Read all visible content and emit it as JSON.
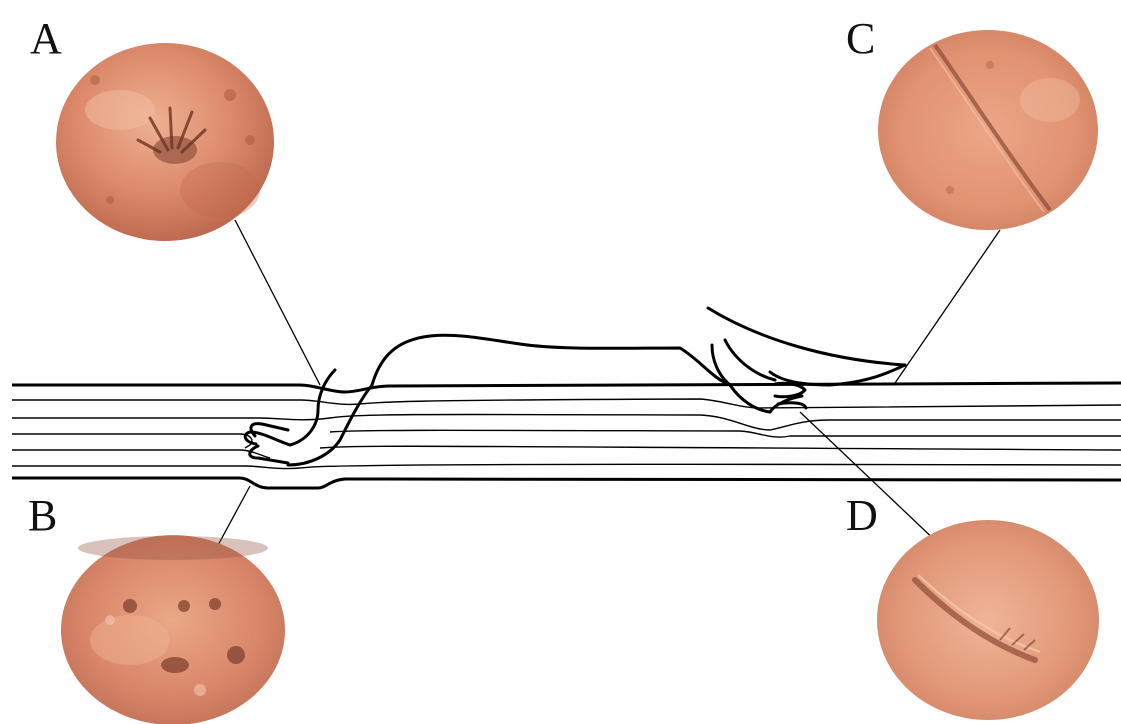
{
  "figure": {
    "panels": [
      {
        "id": "A",
        "label": "A",
        "photo": "sediment-photo-closeup"
      },
      {
        "id": "B",
        "label": "B",
        "photo": "sediment-photo-closeup"
      },
      {
        "id": "C",
        "label": "C",
        "photo": "sediment-photo-closeup"
      },
      {
        "id": "D",
        "label": "D",
        "photo": "sediment-photo-closeup"
      }
    ],
    "colors": {
      "stroke": "#000000",
      "rock_light": "#e8a487",
      "rock_mid": "#d98566",
      "rock_dark": "#b8624a"
    }
  }
}
